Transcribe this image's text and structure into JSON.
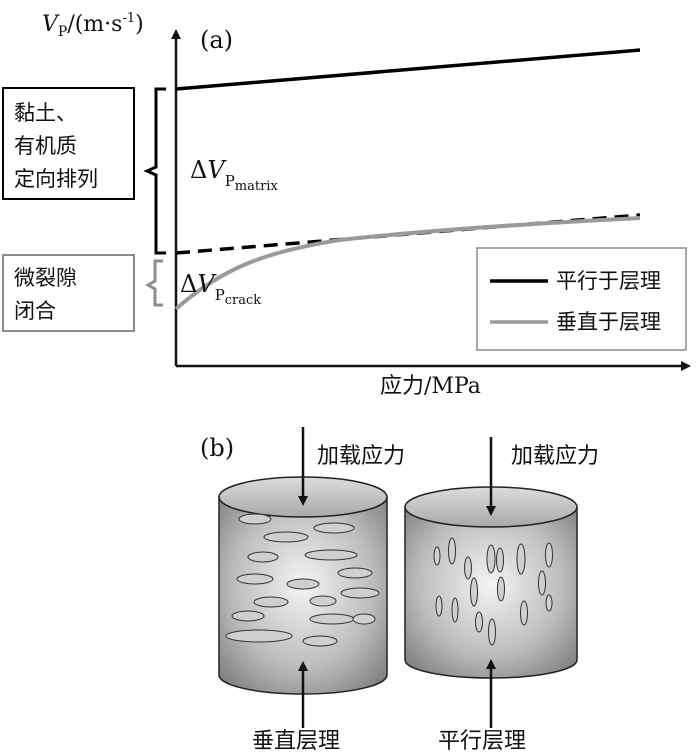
{
  "panel_a": {
    "label": "(a)",
    "y_axis_label": {
      "prefix": "V",
      "sub": "P",
      "suffix": "/(m·s",
      "sup": "-1",
      "end": ")"
    },
    "x_axis_label": "应力/MPa",
    "matrix_box_lines": [
      "黏土、",
      "有机质",
      "定向排列"
    ],
    "crack_box_lines": [
      "微裂隙",
      "闭合"
    ],
    "delta_matrix": {
      "delta": "Δ",
      "v": "V",
      "sub_p": "P",
      "sub_rest": "matrix"
    },
    "delta_crack": {
      "delta": "Δ",
      "v": "V",
      "sub_p": "P",
      "sub_rest": "crack"
    },
    "legend": [
      {
        "label": "平行于层理",
        "color": "#000000"
      },
      {
        "label": "垂直于层理",
        "color": "#9a9a9a"
      }
    ]
  },
  "panel_b": {
    "label": "(b)",
    "left": {
      "load_label": "加载应力",
      "bottom_label": "垂直层理"
    },
    "right": {
      "load_label": "加载应力",
      "bottom_label": "平行层理"
    }
  },
  "colors": {
    "parallel": "#000000",
    "perpendicular": "#9a9a9a",
    "bracket_gray": "#8c8c8c"
  }
}
